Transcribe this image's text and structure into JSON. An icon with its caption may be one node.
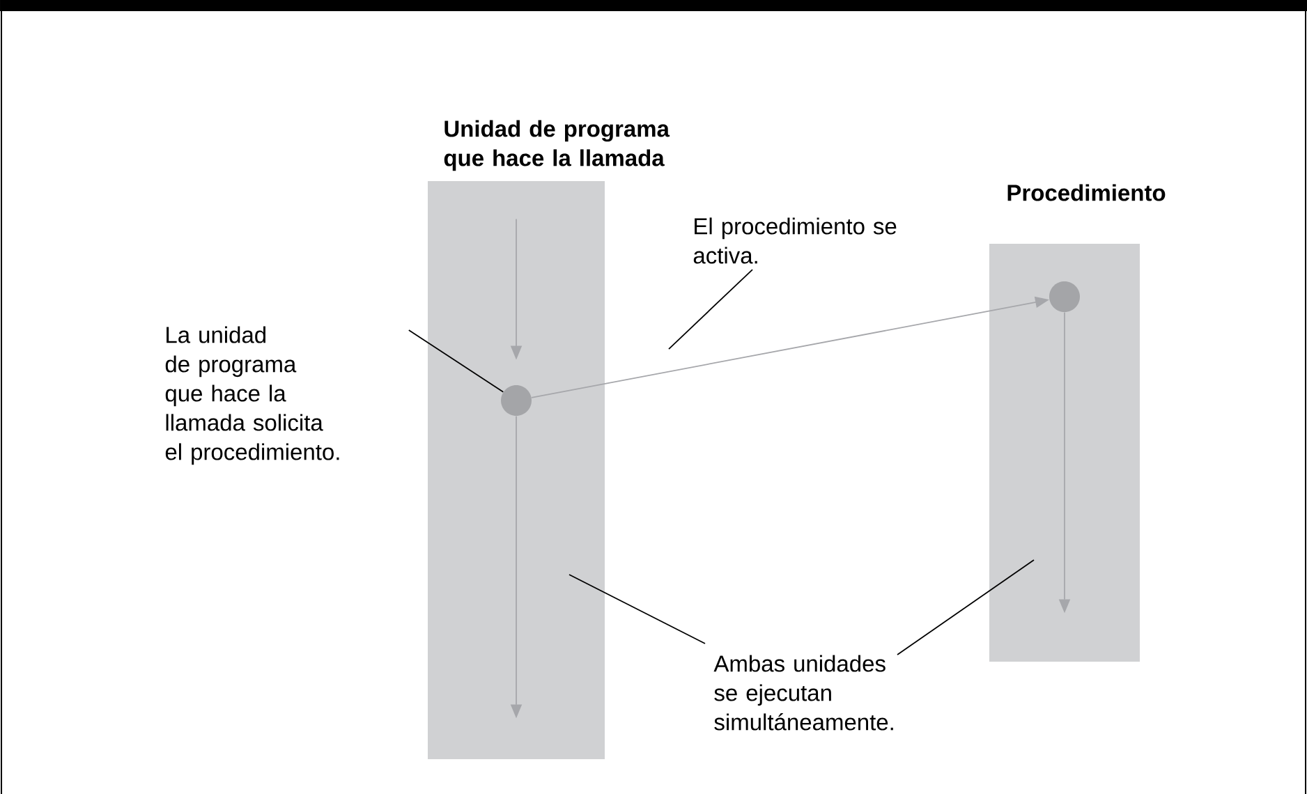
{
  "diagram": {
    "nodes": [
      {
        "text": [
          "Unidad de programa que hace la llamada"
        ]
      },
      {
        "text": [
          "Procedimiento"
        ]
      },
      {
        "text": [],
        "shape": "circle",
        "in": 0
      },
      {
        "text": [],
        "shape": "circle",
        "in": 1
      },
      {
        "text": [
          "La unidad de programa que hace la llamada solicita el procedimiento."
        ]
      },
      {
        "text": [
          "El procedimiento se activa."
        ]
      },
      {
        "text": [
          "Ambas unidades se ejecutan simultáneamente."
        ]
      }
    ],
    "edges": [
      {
        "from": 2,
        "to": 3,
        "arrow": "to",
        "color": "#a6a7ab"
      },
      {
        "from": null,
        "to": 2,
        "arrow": "to",
        "color": "#a6a7ab"
      },
      {
        "from": 2,
        "to": null,
        "arrow": "to",
        "color": "#a6a7ab"
      },
      {
        "from": 3,
        "to": null,
        "arrow": "to",
        "color": "#a6a7ab"
      },
      {
        "from": 4,
        "to": 2,
        "arrow": "none",
        "color": "#000000"
      },
      {
        "from": 5,
        "to": null,
        "arrow": "none",
        "color": "#000000"
      },
      {
        "from": 6,
        "to": 0,
        "arrow": "none",
        "color": "#000000"
      },
      {
        "from": 6,
        "to": 1,
        "arrow": "none",
        "color": "#000000"
      }
    ]
  }
}
